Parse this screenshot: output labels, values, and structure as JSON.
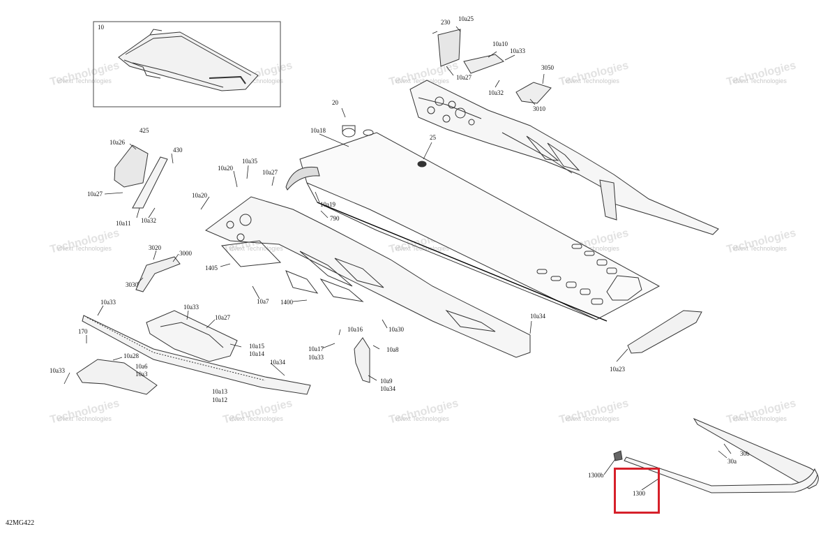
{
  "diagram_code": "42MG422",
  "watermark": {
    "line1": "vNext Technologies",
    "line2": "Technologies"
  },
  "highlight": {
    "color": "#d6202a",
    "part": "1300"
  },
  "labels": [
    "10",
    "230",
    "10a25",
    "10a10",
    "10a33",
    "10a27",
    "10a32",
    "3050",
    "3010",
    "20",
    "10a18",
    "25",
    "425",
    "10a26",
    "430",
    "10a27",
    "10a11",
    "10a32",
    "10a20",
    "10a35",
    "10a27",
    "10a20",
    "10a19",
    "790",
    "3020",
    "3000",
    "3030",
    "1405",
    "10a7",
    "1400",
    "10a33",
    "10a27",
    "10a33",
    "170",
    "10a28",
    "10a6",
    "10a3",
    "10a33",
    "10a15",
    "10a14",
    "10a34",
    "10a13",
    "10a12",
    "10a34",
    "10a30",
    "10a16",
    "10a17",
    "10a33",
    "10a8",
    "10a9",
    "10a34",
    "10a23",
    "1300b",
    "30b",
    "30a",
    "1300"
  ]
}
